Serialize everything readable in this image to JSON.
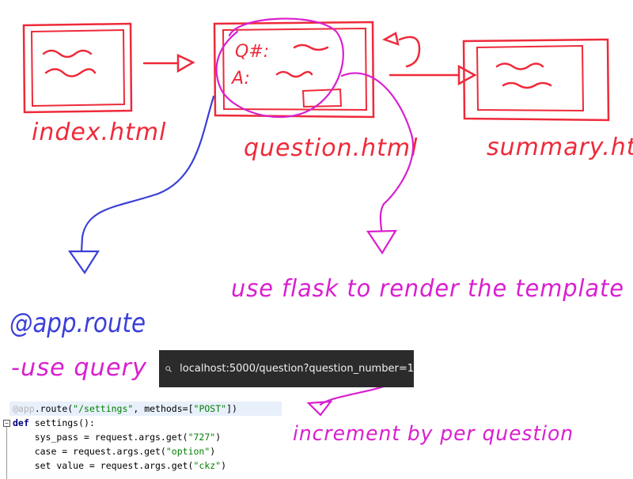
{
  "nodes": {
    "index_label": "index.html",
    "question_label": "question.html",
    "summary_label": "summary.html",
    "question_q": "Q#:",
    "question_a": "A:"
  },
  "annotations": {
    "render_note": "use flask to render the template",
    "route_note": "@app.route",
    "query_note": "-use query",
    "increment_note": "increment by per question"
  },
  "address_bar": {
    "url_prefix": "localhost:5000/question?question_number=",
    "url_value": "1",
    "icon": "search-icon"
  },
  "code": {
    "line1_decorator": "@app",
    "line1_rest": ".route(",
    "line1_str1": "\"/settings\"",
    "line1_mid": ", methods=[",
    "line1_str2": "\"POST\"",
    "line1_end": "])",
    "line2_kw": "def",
    "line2_rest": " settings():",
    "line3_rest": "    sys_pass = request.args.get(",
    "line3_str": "\"727\"",
    "line3_end": ")",
    "line4_rest": "    case = request.args.get(",
    "line4_str": "\"option\"",
    "line4_end": ")",
    "line5_rest": "    set value = request.args.get(",
    "line5_str": "\"ckz\"",
    "line5_end": ")"
  },
  "colors": {
    "red": "#ee2a3a",
    "pink": "#d91fcf",
    "blue": "#3a3fd8",
    "urlbar_bg": "#2b2b2b"
  }
}
